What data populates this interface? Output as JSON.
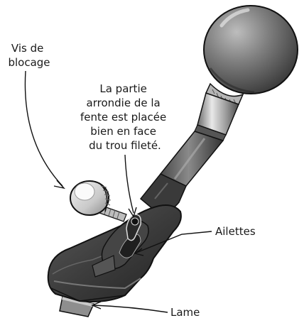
{
  "labels": {
    "lock_screw": [
      "Vis de",
      "blocage"
    ],
    "note": [
      "La partie",
      "arrondie de la",
      "fente est placée",
      "bien en face",
      "du trou fileté."
    ],
    "wings": "Ailettes",
    "blade": "Lame"
  }
}
